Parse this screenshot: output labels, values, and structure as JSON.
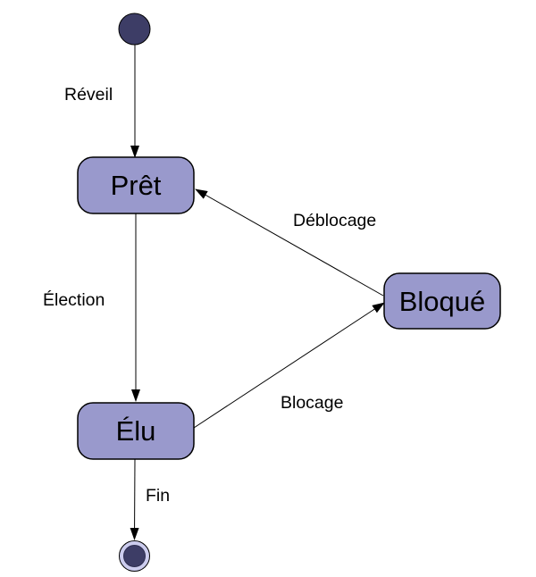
{
  "diagram": {
    "type": "uml-state-machine",
    "language": "fr",
    "colors": {
      "background": "#ffffff",
      "state_fill": "#9999cc",
      "state_border": "#000000",
      "dark_node_fill": "#3d3d66",
      "final_ring_fill": "#ccccee",
      "line": "#000000",
      "text": "#000000"
    },
    "states": [
      {
        "label": "Prêt"
      },
      {
        "label": "Élu"
      },
      {
        "label": "Bloqué"
      }
    ],
    "pseudostate_icons": {
      "initial": "initial-state-icon",
      "final": "final-state-icon"
    },
    "transitions": [
      {
        "label": "Réveil",
        "from": "initial",
        "to": "Prêt"
      },
      {
        "label": "Élection",
        "from": "Prêt",
        "to": "Élu"
      },
      {
        "label": "Déblocage",
        "from": "Bloqué",
        "to": "Prêt"
      },
      {
        "label": "Blocage",
        "from": "Élu",
        "to": "Bloqué"
      },
      {
        "label": "Fin",
        "from": "Élu",
        "to": "final"
      }
    ]
  }
}
